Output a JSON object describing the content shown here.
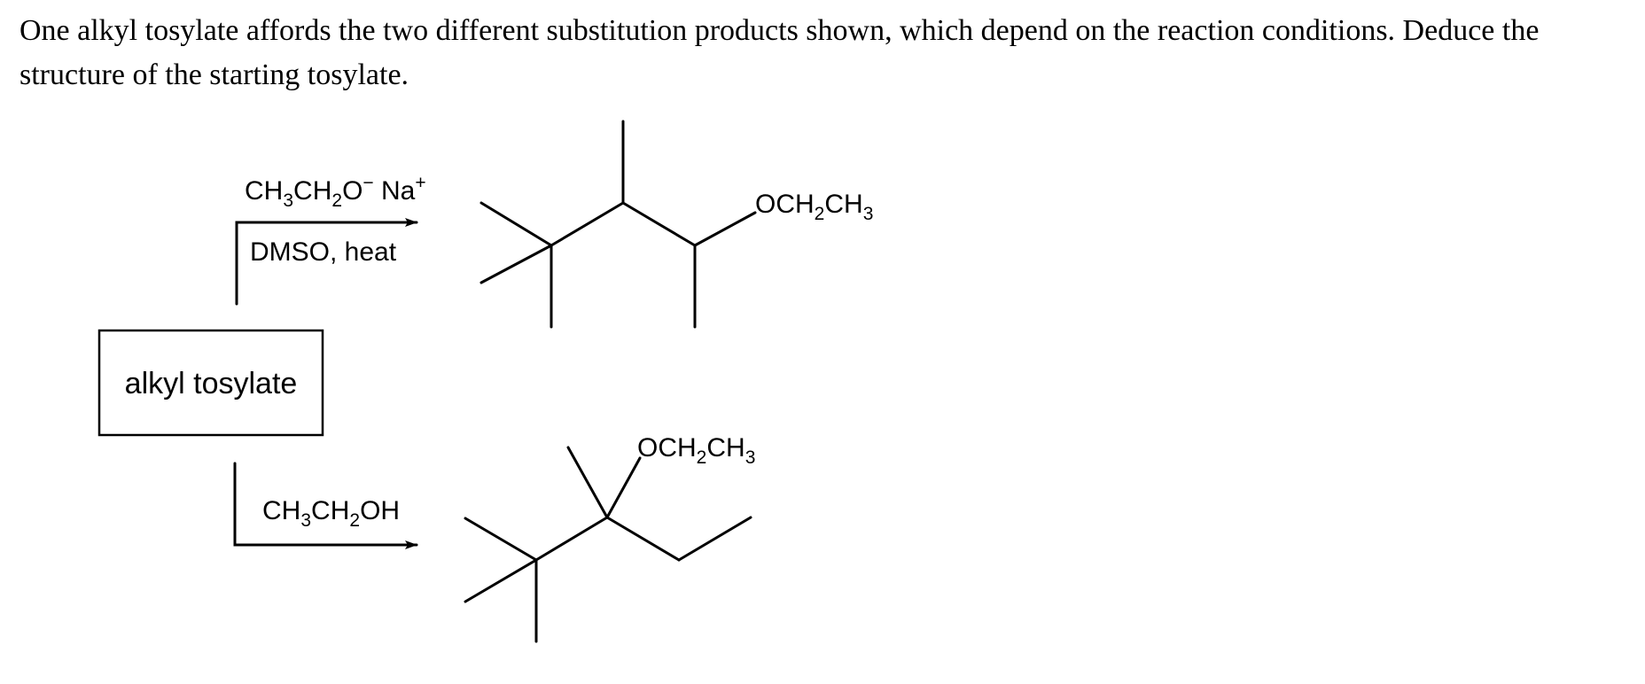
{
  "question": {
    "text": "One alkyl tosylate affords the two different substitution products shown, which depend on the reaction conditions. Deduce the structure of the starting tosylate."
  },
  "scheme": {
    "start_box_label": "alkyl tosylate",
    "upper_reaction": {
      "reagent_above": {
        "parts": [
          "CH",
          "3",
          "CH",
          "2",
          "O",
          "−",
          " Na",
          "+"
        ]
      },
      "reagent_below": "DMSO, heat",
      "product_substituent": {
        "parts": [
          "OCH",
          "2",
          "CH",
          "3"
        ]
      }
    },
    "lower_reaction": {
      "reagent_above": {
        "parts": [
          "CH",
          "3",
          "CH",
          "2",
          "OH"
        ]
      },
      "product_substituent": {
        "parts": [
          "OCH",
          "2",
          "CH",
          "3"
        ]
      }
    }
  }
}
